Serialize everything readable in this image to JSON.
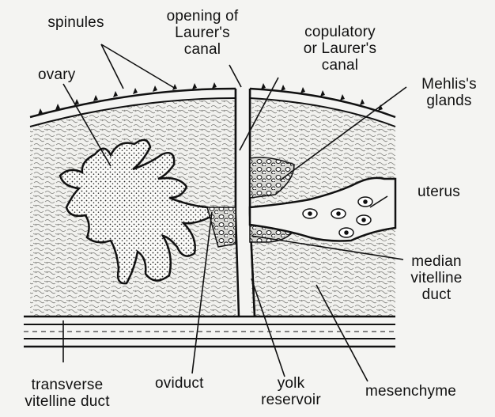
{
  "labels": {
    "spinules": "spinules",
    "opening": "opening of\nLaurer's\ncanal",
    "copulatory": "copulatory\nor Laurer's\ncanal",
    "mehlis": "Mehlis's\nglands",
    "ovary": "ovary",
    "uterus": "uterus",
    "median_vitelline": "median\nvitelline\nduct",
    "transverse_vitelline": "transverse\nvitelline duct",
    "oviduct": "oviduct",
    "yolk": "yolk\nreservoir",
    "mesenchyme": "mesenchyme"
  }
}
